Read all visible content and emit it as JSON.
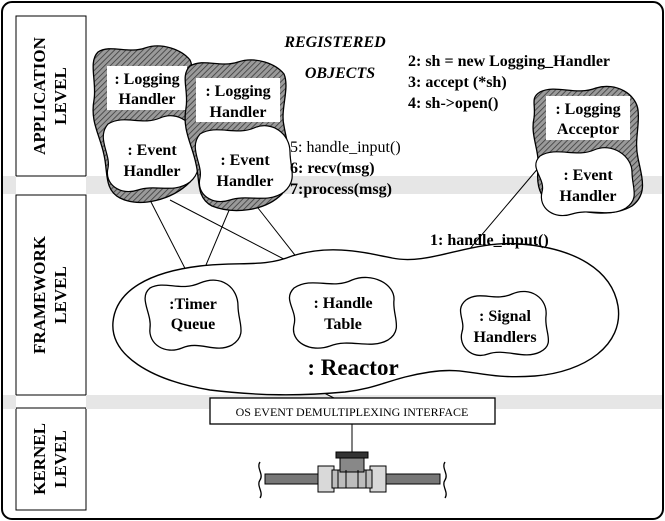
{
  "levels": {
    "application": [
      "APPLICATION",
      "LEVEL"
    ],
    "framework": [
      "FRAMEWORK",
      "LEVEL"
    ],
    "kernel": [
      "KERNEL",
      "LEVEL"
    ]
  },
  "registered_objects": [
    "REGISTERED",
    "OBJECTS"
  ],
  "handlers": {
    "logging_handler_1": {
      "top": [
        ": Logging",
        "Handler"
      ],
      "bottom": [
        ": Event",
        "Handler"
      ]
    },
    "logging_handler_2": {
      "top": [
        ": Logging",
        "Handler"
      ],
      "bottom": [
        ": Event",
        "Handler"
      ]
    },
    "logging_acceptor": {
      "top": [
        ": Logging",
        "Acceptor"
      ],
      "bottom": [
        ": Event",
        "Handler"
      ]
    }
  },
  "steps_acceptor": [
    "2: sh = new Logging_Handler",
    "3: accept (*sh)",
    "4: sh->open()"
  ],
  "steps_handler": [
    "5: handle_input()",
    "6: recv(msg)",
    "7:process(msg)"
  ],
  "step_reactor": "1: handle_input()",
  "reactor": {
    "label": ": Reactor",
    "timer_queue": [
      ":Timer",
      "Queue"
    ],
    "handle_table": [
      ": Handle",
      "Table"
    ],
    "signal_handlers": [
      ": Signal",
      "Handlers"
    ]
  },
  "kernel": {
    "interface": "OS EVENT DEMULTIPLEXING INTERFACE"
  },
  "colors": {
    "band": "#e6e6e6",
    "hatch": "#555555",
    "ink": "#000000"
  }
}
